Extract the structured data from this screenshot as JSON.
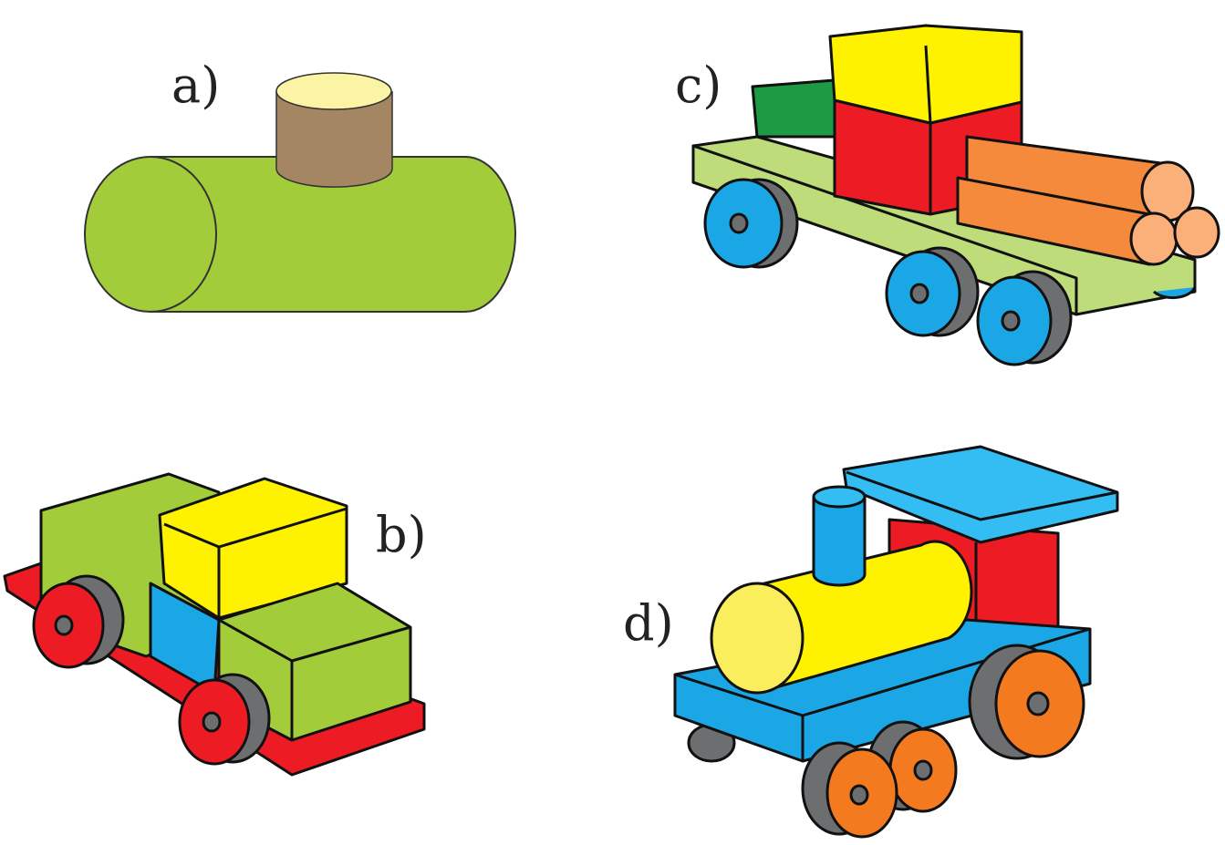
{
  "figure": {
    "labels": {
      "a": "a)",
      "b": "b)",
      "c": "c)",
      "d": "d)"
    },
    "colors": {
      "green": "#a3cc3a",
      "dark_green": "#1e9a45",
      "brown": "#a48663",
      "cream": "#fcf4a5",
      "yellow": "#fff200",
      "red": "#ed1c24",
      "blue": "#1ba7e6",
      "orange": "#f58a3c",
      "light_green": "#bfdc7a",
      "gray": "#6d6e70",
      "wheel_orange": "#f47a20"
    }
  }
}
